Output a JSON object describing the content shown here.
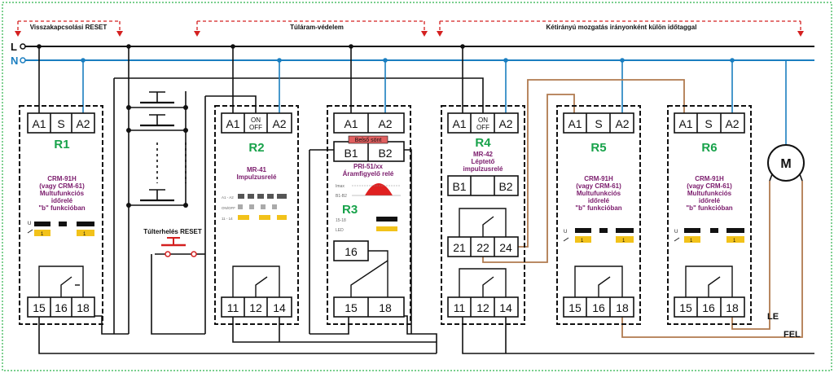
{
  "arrows": {
    "reset_label": "Visszakapcsolási RESET",
    "overcurrent_label": "Túláram-védelem",
    "direction_label": "Kétirányú mozgatás irányonként külön időtaggal"
  },
  "lines": {
    "L": "L",
    "N": "N"
  },
  "manual_reset_label": "Túlterhelés RESET",
  "motor_label": "M",
  "direction_up": "FEL",
  "direction_down": "LE",
  "terminals": {
    "A1": "A1",
    "A2": "A2",
    "S": "S",
    "ON": "ON",
    "OFF": "OFF",
    "B1": "B1",
    "B2": "B2",
    "11": "11",
    "12": "12",
    "14": "14",
    "15": "15",
    "16": "16",
    "18": "18",
    "21": "21",
    "22": "22",
    "24": "24"
  },
  "relays": [
    {
      "name": "R1",
      "desc": [
        "CRM-91H",
        "(vagy CRM-61)",
        "Multufunkciós",
        "időrelé",
        "\"b\"  funkcióban"
      ]
    },
    {
      "name": "R2",
      "desc": [
        "MR-41",
        "Impulzusrelé"
      ]
    },
    {
      "name": "R3",
      "desc": [
        "PRI-51/xx",
        "Áramfigyelő relé"
      ],
      "shunt": "Belső sönt"
    },
    {
      "name": "R4",
      "desc": [
        "MR-42",
        "Léptető",
        "impulzusrelé"
      ]
    },
    {
      "name": "R5",
      "desc": [
        "CRM-91H",
        "(vagy CRM-61)",
        "Multufunkciós",
        "időrelé",
        "\"b\"  funkcióban"
      ]
    },
    {
      "name": "R6",
      "desc": [
        "CRM-91H",
        "(vagy CRM-61)",
        "Multufunkciós",
        "időrelé",
        "\"b\"  funkcióban"
      ]
    }
  ],
  "r2_timing_labels": [
    "A1 - A2",
    "ON/OFF",
    "11 - 14"
  ],
  "r3_timing_labels": [
    "Imax",
    "B1-B2",
    "15-18",
    "LED"
  ],
  "timing_u": "U",
  "timing_one": "1",
  "colors": {
    "phase": "#111111",
    "neutral": "#1a7ec0",
    "motor_wire": "#b07a4f",
    "arrow": "#d42020",
    "relay_name": "#17a24a",
    "relay_desc": "#7a1a6b",
    "timing_yellow": "#f2c21a"
  }
}
